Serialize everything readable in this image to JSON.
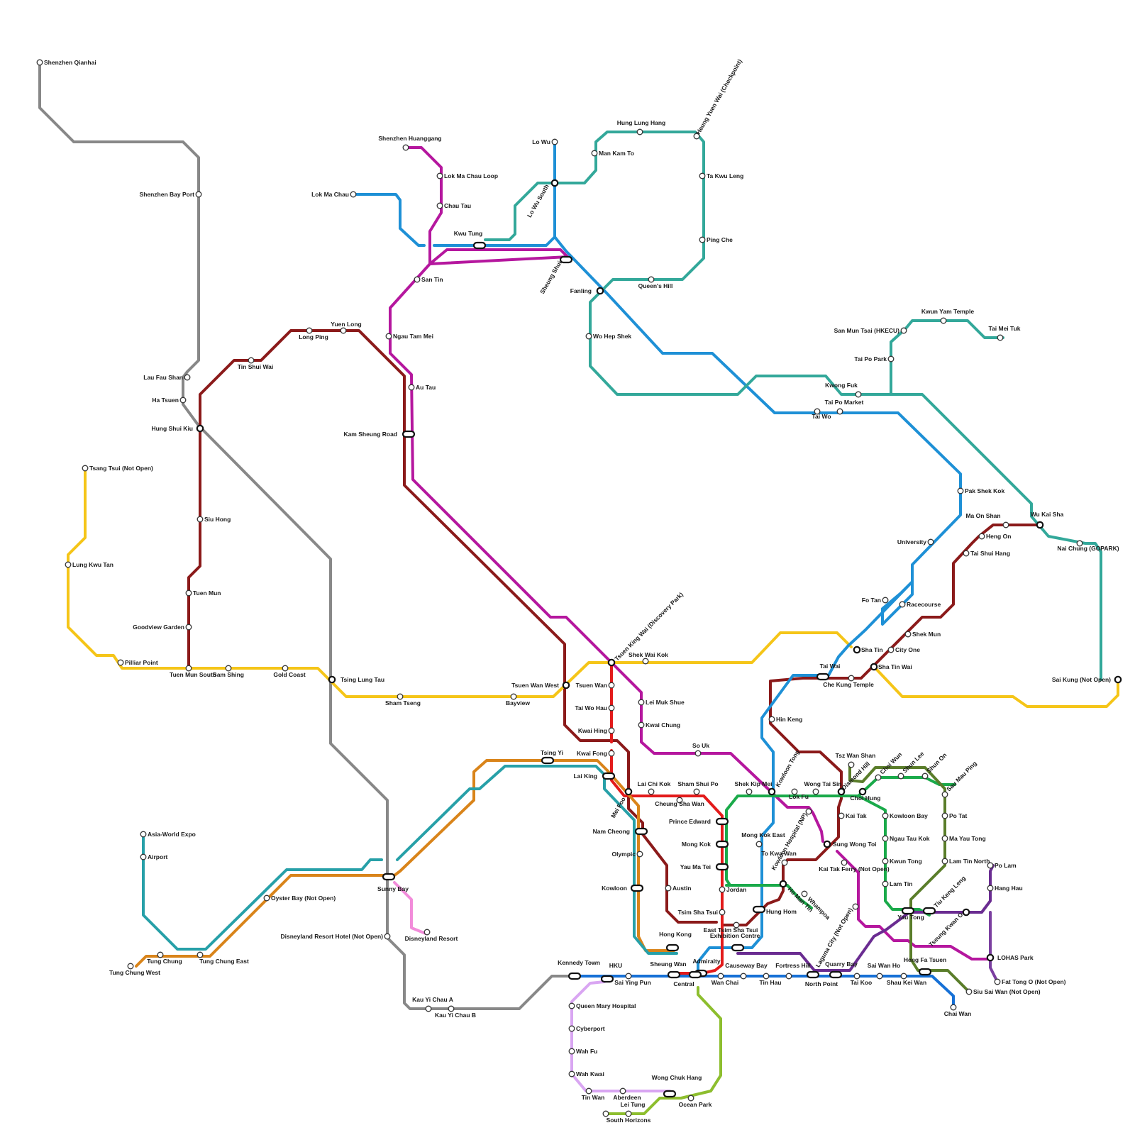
{
  "map": {
    "colors": {
      "grey": "#888888",
      "tuen_ma": "#8B1A1A",
      "airport": "#F5C518",
      "east_rail": "#1E90D6",
      "purple_magenta": "#B5179E",
      "teal": "#33A89A",
      "tsuen_wan": "#E31B1B",
      "tung_chung": "#D9841A",
      "airport_express": "#27A0A8",
      "disney": "#F28CDA",
      "island": "#1670D6",
      "south_island": "#8DBE2E",
      "kwun_tong": "#1AAA4A",
      "tko": "#5A7D2A",
      "southern_lilac": "#D9A6F2",
      "east_purple": "#6A2C91",
      "lohas_purple": "#7B3FA0"
    },
    "stations": [
      {
        "id": "s1",
        "name": "Shenzhen Qianhai"
      },
      {
        "id": "s2",
        "name": "Shenzhen Bay Port"
      },
      {
        "id": "s3",
        "name": "Lau Fau Shan"
      },
      {
        "id": "s4",
        "name": "Ha Tsuen"
      },
      {
        "id": "s5",
        "name": "Hung Shui Kiu"
      },
      {
        "id": "s6",
        "name": "Tsang Tsui (Not Open)"
      },
      {
        "id": "s7",
        "name": "Lung Kwu Tan"
      },
      {
        "id": "s8",
        "name": "Siu Hong"
      },
      {
        "id": "s9",
        "name": "Tuen Mun"
      },
      {
        "id": "s10",
        "name": "Goodview Garden"
      },
      {
        "id": "s11",
        "name": "Pilliar Point"
      },
      {
        "id": "s12",
        "name": "Tuen Mun South"
      },
      {
        "id": "s13",
        "name": "Sam Shing"
      },
      {
        "id": "s14",
        "name": "Gold Coast"
      },
      {
        "id": "s15",
        "name": "Tsing Lung Tau"
      },
      {
        "id": "s16",
        "name": "Sham Tseng"
      },
      {
        "id": "s17",
        "name": "Bayview"
      },
      {
        "id": "s18",
        "name": "Tsuen Wan West"
      },
      {
        "id": "s19",
        "name": "Tin Shui Wai"
      },
      {
        "id": "s20",
        "name": "Long Ping"
      },
      {
        "id": "s21",
        "name": "Yuen Long"
      },
      {
        "id": "s22",
        "name": "Kam Sheung Road"
      },
      {
        "id": "s23",
        "name": "Shenzhen Huanggang"
      },
      {
        "id": "s24",
        "name": "Lok Ma Chau Loop"
      },
      {
        "id": "s25",
        "name": "Chau Tau"
      },
      {
        "id": "s26",
        "name": "Lok Ma Chau"
      },
      {
        "id": "s27",
        "name": "San Tin"
      },
      {
        "id": "s28",
        "name": "Ngau Tam Mei"
      },
      {
        "id": "s29",
        "name": "Au Tau"
      },
      {
        "id": "s30",
        "name": "Kwu Tung"
      },
      {
        "id": "s31",
        "name": "Lo Wu"
      },
      {
        "id": "s32",
        "name": "Lo Wu South"
      },
      {
        "id": "s33",
        "name": "Sheung Shui"
      },
      {
        "id": "s34",
        "name": "Fanling"
      },
      {
        "id": "s35",
        "name": "Hung Lung Hang"
      },
      {
        "id": "s36",
        "name": "Heung Yuen Wai (Checkpoint)"
      },
      {
        "id": "s37",
        "name": "Man Kam To"
      },
      {
        "id": "s38",
        "name": "Ta Kwu Leng"
      },
      {
        "id": "s39",
        "name": "Ping Che"
      },
      {
        "id": "s40",
        "name": "Queen's Hill"
      },
      {
        "id": "s41",
        "name": "Wo Hep Shek"
      },
      {
        "id": "s42",
        "name": "Kwun Yam Temple"
      },
      {
        "id": "s43",
        "name": "San Mun Tsai (HKECU)"
      },
      {
        "id": "s44",
        "name": "Tai Mei Tuk"
      },
      {
        "id": "s45",
        "name": "Tai Po Park"
      },
      {
        "id": "s46",
        "name": "Kwong Fuk"
      },
      {
        "id": "s47",
        "name": "Tai Po Market"
      },
      {
        "id": "s48",
        "name": "Tai Wo"
      },
      {
        "id": "s49",
        "name": "Pak Shek Kok"
      },
      {
        "id": "s50",
        "name": "University"
      },
      {
        "id": "s51",
        "name": "Ma On Shan"
      },
      {
        "id": "s52",
        "name": "Wu Kai Sha"
      },
      {
        "id": "s53",
        "name": "Heng On"
      },
      {
        "id": "s54",
        "name": "Tai Shui Hang"
      },
      {
        "id": "s55",
        "name": "Nai Chung (GOPARK)"
      },
      {
        "id": "s56",
        "name": "Fo Tan"
      },
      {
        "id": "s57",
        "name": "Racecourse"
      },
      {
        "id": "s58",
        "name": "Shek Mun"
      },
      {
        "id": "s59",
        "name": "Sha Tin"
      },
      {
        "id": "s60",
        "name": "City One"
      },
      {
        "id": "s61",
        "name": "Sha Tin Wai"
      },
      {
        "id": "s62",
        "name": "Tai Wai"
      },
      {
        "id": "s63",
        "name": "Che Kung Temple"
      },
      {
        "id": "s64",
        "name": "Sai Kung (Not Open)"
      },
      {
        "id": "s65",
        "name": "Tsuen King Wai (Discovery Park)"
      },
      {
        "id": "s66",
        "name": "Shek Wai Kok"
      },
      {
        "id": "s67",
        "name": "Tsuen Wan"
      },
      {
        "id": "s68",
        "name": "Tai Wo Hau"
      },
      {
        "id": "s69",
        "name": "Kwai Hing"
      },
      {
        "id": "s70",
        "name": "Kwai Fong"
      },
      {
        "id": "s71",
        "name": "Lai King"
      },
      {
        "id": "s72",
        "name": "Lei Muk Shue"
      },
      {
        "id": "s73",
        "name": "Kwai Chung"
      },
      {
        "id": "s74",
        "name": "So Uk"
      },
      {
        "id": "s75",
        "name": "Hin Keng"
      },
      {
        "id": "s76",
        "name": "Kowloon Tong"
      },
      {
        "id": "s77",
        "name": "Tsing Yi"
      },
      {
        "id": "s78",
        "name": "Mei Foo"
      },
      {
        "id": "s79",
        "name": "Lai Chi Kok"
      },
      {
        "id": "s80",
        "name": "Cheung Sha Wan"
      },
      {
        "id": "s81",
        "name": "Sham Shui Po"
      },
      {
        "id": "s82",
        "name": "Shek Kip Mei"
      },
      {
        "id": "s83",
        "name": "Lok Fu"
      },
      {
        "id": "s84",
        "name": "Wong Tai Sin"
      },
      {
        "id": "s85",
        "name": "Diamond Hill"
      },
      {
        "id": "s86",
        "name": "Tsz Wan Shan"
      },
      {
        "id": "s87",
        "name": "Choi Hung"
      },
      {
        "id": "s88",
        "name": "Choi Wun"
      },
      {
        "id": "s89",
        "name": "Shun Lee"
      },
      {
        "id": "s90",
        "name": "Shun On"
      },
      {
        "id": "s91",
        "name": "Sau Mau Ping"
      },
      {
        "id": "s92",
        "name": "Po Tat"
      },
      {
        "id": "s93",
        "name": "Ma Yau Tong"
      },
      {
        "id": "s94",
        "name": "Lam Tin North"
      },
      {
        "id": "s95",
        "name": "Kai Tak"
      },
      {
        "id": "s96",
        "name": "Sung Wong Toi"
      },
      {
        "id": "s97",
        "name": "Kai Tak Ferry (Not Open)"
      },
      {
        "id": "s98",
        "name": "Kowloon Bay"
      },
      {
        "id": "s99",
        "name": "Ngau Tau Kok"
      },
      {
        "id": "s100",
        "name": "Kwun Tong"
      },
      {
        "id": "s101",
        "name": "Lam Tin"
      },
      {
        "id": "s102",
        "name": "Prince Edward"
      },
      {
        "id": "s103",
        "name": "Mong Kok"
      },
      {
        "id": "s104",
        "name": "Yau Ma Tei"
      },
      {
        "id": "s105",
        "name": "Jordan"
      },
      {
        "id": "s106",
        "name": "Tsim Sha Tsui"
      },
      {
        "id": "s107",
        "name": "Mong Kok East"
      },
      {
        "id": "s108",
        "name": "Kowloon Hospital (NP)"
      },
      {
        "id": "s109",
        "name": "To Kwa Wan"
      },
      {
        "id": "s110",
        "name": "Ho Man Tin"
      },
      {
        "id": "s111",
        "name": "Whampoa"
      },
      {
        "id": "s112",
        "name": "Hung Hom"
      },
      {
        "id": "s113",
        "name": "East Tsim Sha Tsui"
      },
      {
        "id": "s114",
        "name": "Exhibition Centre"
      },
      {
        "id": "s115",
        "name": "Nam Cheong"
      },
      {
        "id": "s116",
        "name": "Olympic"
      },
      {
        "id": "s117",
        "name": "Kowloon"
      },
      {
        "id": "s118",
        "name": "Austin"
      },
      {
        "id": "s119",
        "name": "Hong Kong"
      },
      {
        "id": "s120",
        "name": "Yau Tong"
      },
      {
        "id": "s121",
        "name": "Tiu Keng Leng"
      },
      {
        "id": "s122",
        "name": "Tseung Kwan O"
      },
      {
        "id": "s123",
        "name": "Laguna City (Not Open)"
      },
      {
        "id": "s124",
        "name": "Po Lam"
      },
      {
        "id": "s125",
        "name": "Hang Hau"
      },
      {
        "id": "s126",
        "name": "LOHAS Park"
      },
      {
        "id": "s127",
        "name": "Fat Tong O (Not Open)"
      },
      {
        "id": "s128",
        "name": "Heng Fa Tsuen"
      },
      {
        "id": "s129",
        "name": "Siu Sai Wan (Not Open)"
      },
      {
        "id": "s130",
        "name": "Chai Wan"
      },
      {
        "id": "s131",
        "name": "Shau Kei Wan"
      },
      {
        "id": "s132",
        "name": "Sai Wan Ho"
      },
      {
        "id": "s133",
        "name": "Tai Koo"
      },
      {
        "id": "s134",
        "name": "Quarry Bay"
      },
      {
        "id": "s135",
        "name": "North Point"
      },
      {
        "id": "s136",
        "name": "Fortress Hill"
      },
      {
        "id": "s137",
        "name": "Tin Hau"
      },
      {
        "id": "s138",
        "name": "Causeway Bay"
      },
      {
        "id": "s139",
        "name": "Wan Chai"
      },
      {
        "id": "s140",
        "name": "Admiralty"
      },
      {
        "id": "s141",
        "name": "Central"
      },
      {
        "id": "s142",
        "name": "Sheung Wan"
      },
      {
        "id": "s143",
        "name": "Sai Ying Pun"
      },
      {
        "id": "s144",
        "name": "HKU"
      },
      {
        "id": "s145",
        "name": "Kennedy Town"
      },
      {
        "id": "s146",
        "name": "Queen Mary Hospital"
      },
      {
        "id": "s147",
        "name": "Cyberport"
      },
      {
        "id": "s148",
        "name": "Wah Fu"
      },
      {
        "id": "s149",
        "name": "Wah Kwai"
      },
      {
        "id": "s150",
        "name": "Tin Wan"
      },
      {
        "id": "s151",
        "name": "Aberdeen"
      },
      {
        "id": "s152",
        "name": "Wong Chuk Hang"
      },
      {
        "id": "s153",
        "name": "Ocean Park"
      },
      {
        "id": "s154",
        "name": "Lei Tung"
      },
      {
        "id": "s155",
        "name": "South Horizons"
      },
      {
        "id": "s156",
        "name": "Kau Yi Chau A"
      },
      {
        "id": "s157",
        "name": "Kau Yi Chau B"
      },
      {
        "id": "s158",
        "name": "Sunny Bay"
      },
      {
        "id": "s159",
        "name": "Disneyland Resort Hotel (Not Open)"
      },
      {
        "id": "s160",
        "name": "Disneyland Resort"
      },
      {
        "id": "s161",
        "name": "Oyster Bay (Not Open)"
      },
      {
        "id": "s162",
        "name": "Asia-World Expo"
      },
      {
        "id": "s163",
        "name": "Airport"
      },
      {
        "id": "s164",
        "name": "Tung Chung West"
      },
      {
        "id": "s165",
        "name": "Tung Chung"
      },
      {
        "id": "s166",
        "name": "Tung Chung East"
      }
    ]
  }
}
